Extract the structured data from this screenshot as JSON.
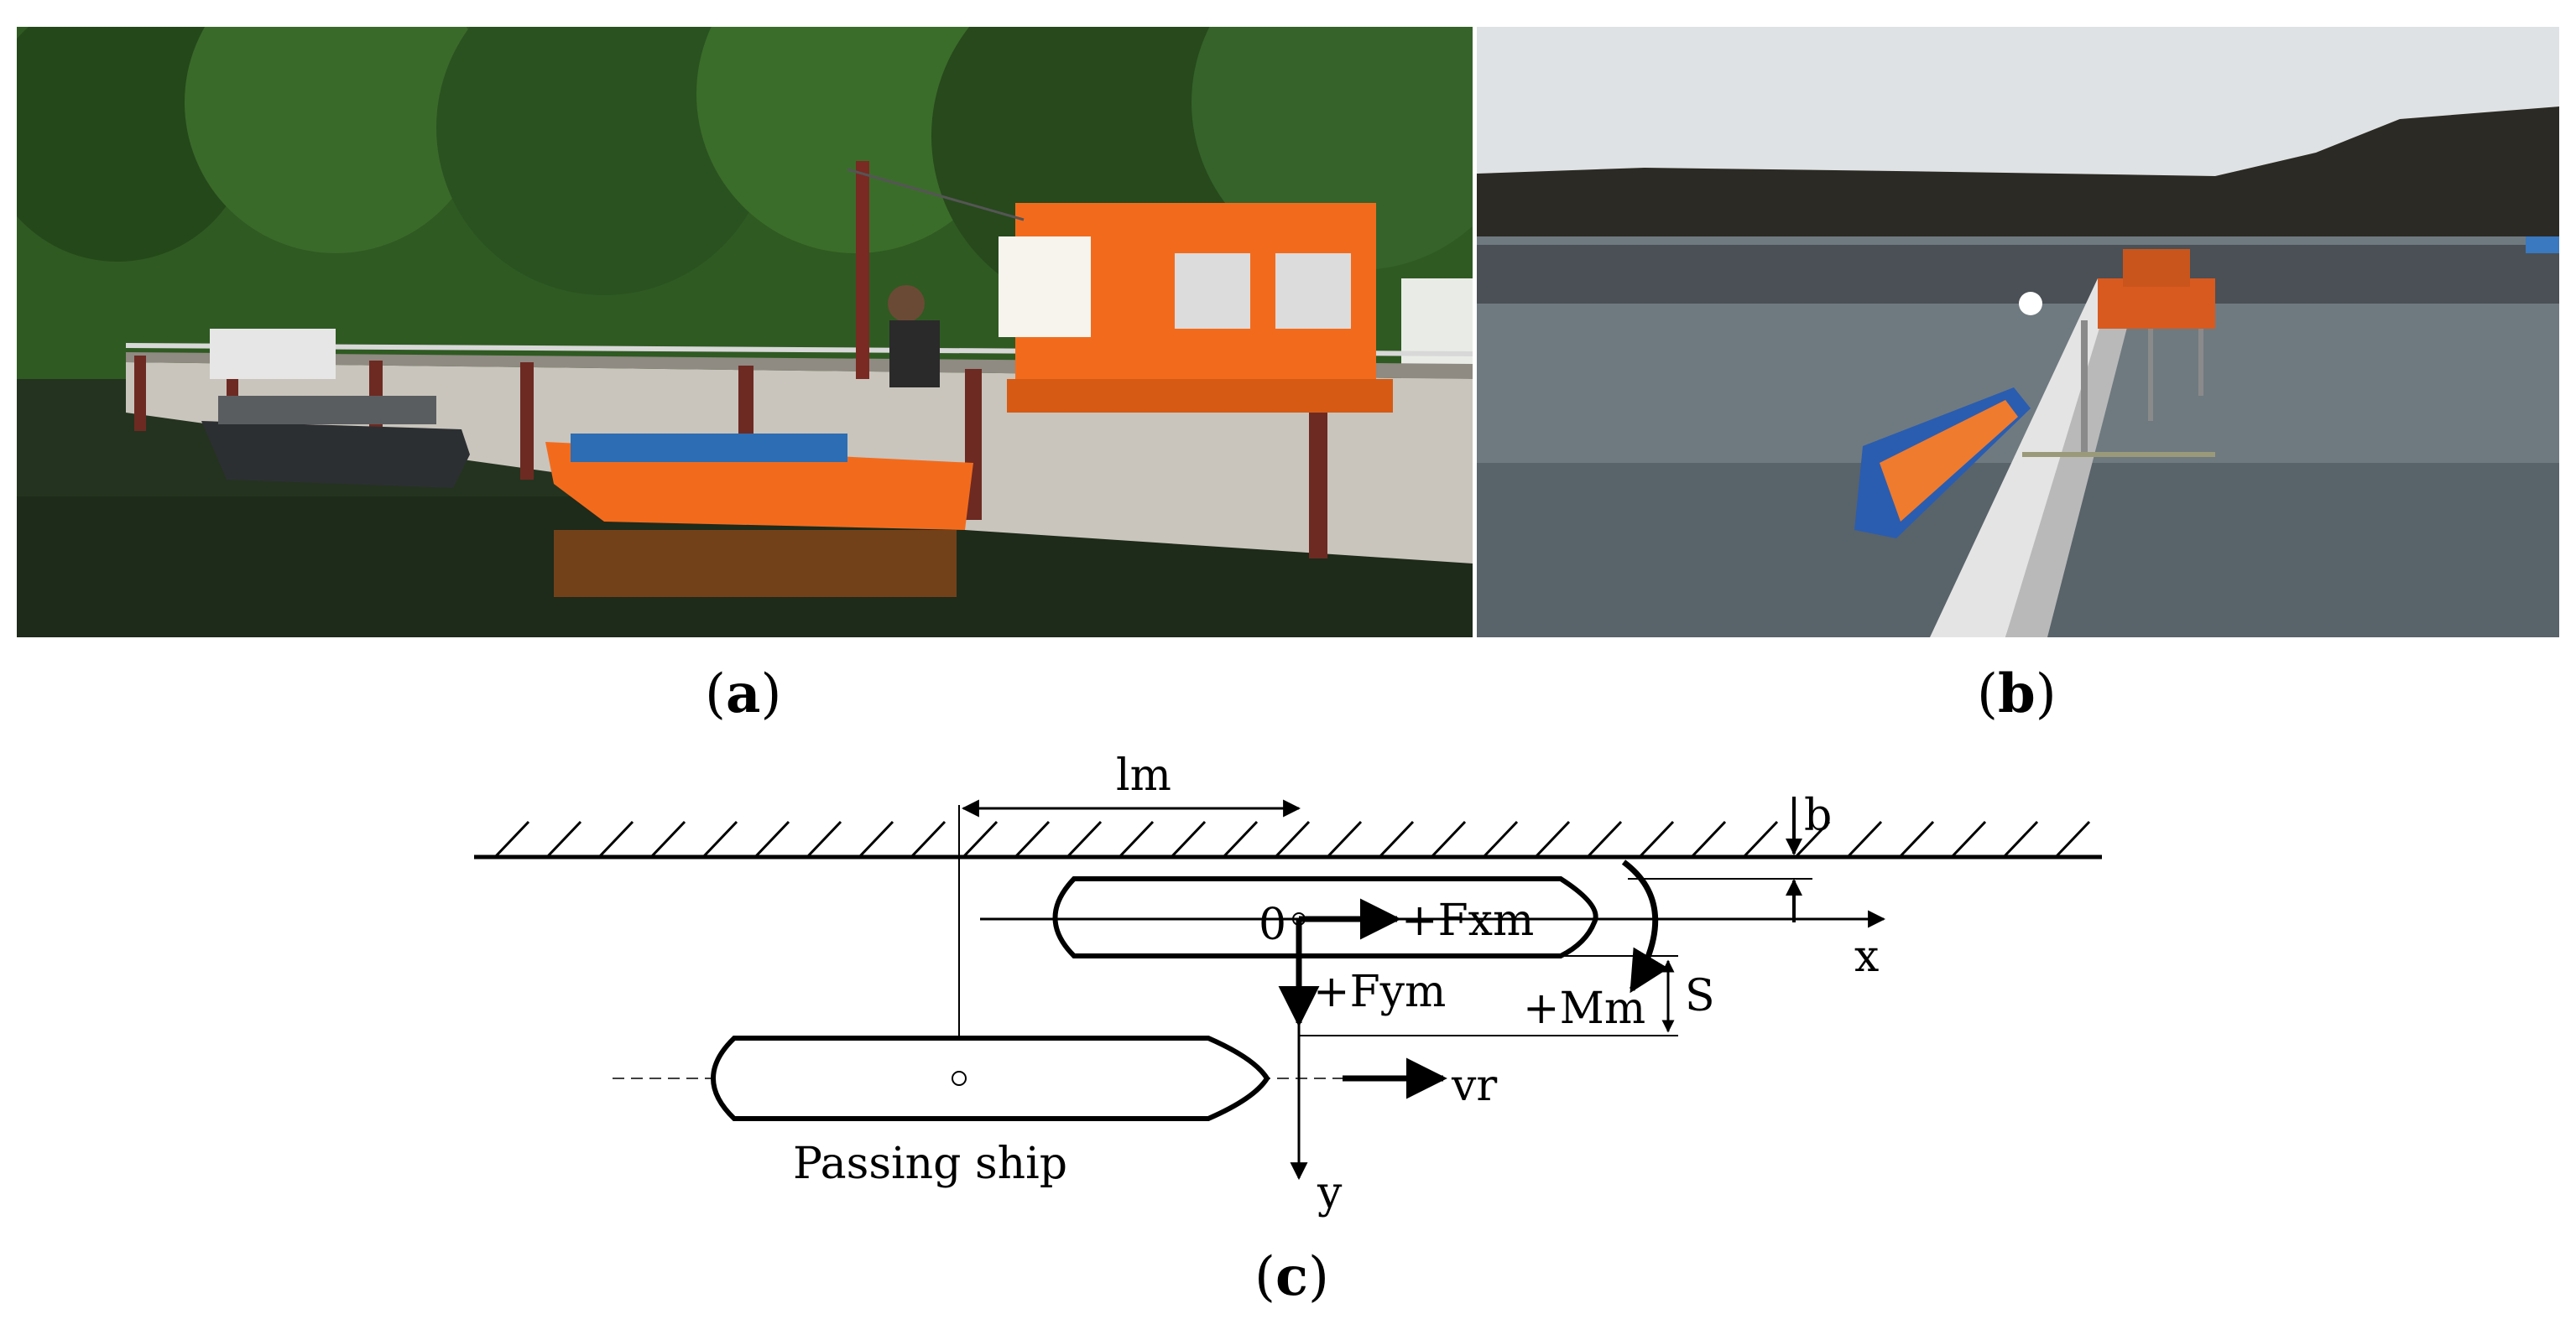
{
  "panels": {
    "a": {
      "label": "a"
    },
    "b": {
      "label": "b"
    },
    "c": {
      "label": "c"
    }
  },
  "diagram": {
    "lm_label": "lm",
    "b_label": "b",
    "origin_label": "0",
    "fxm_label": "+Fxm",
    "fym_label": "+Fym",
    "mm_label": "+Mm",
    "s_label": "S",
    "x_axis_label": "x",
    "y_axis_label": "y",
    "vr_label": "vr",
    "passing_ship_label": "Passing ship"
  },
  "colors": {
    "boat_orange": "#f26b1d",
    "forest_green": "#2f5a22",
    "water_dark": "#24331f",
    "lake_gray": "#6f7a80",
    "sky_gray": "#dfe2e4"
  }
}
